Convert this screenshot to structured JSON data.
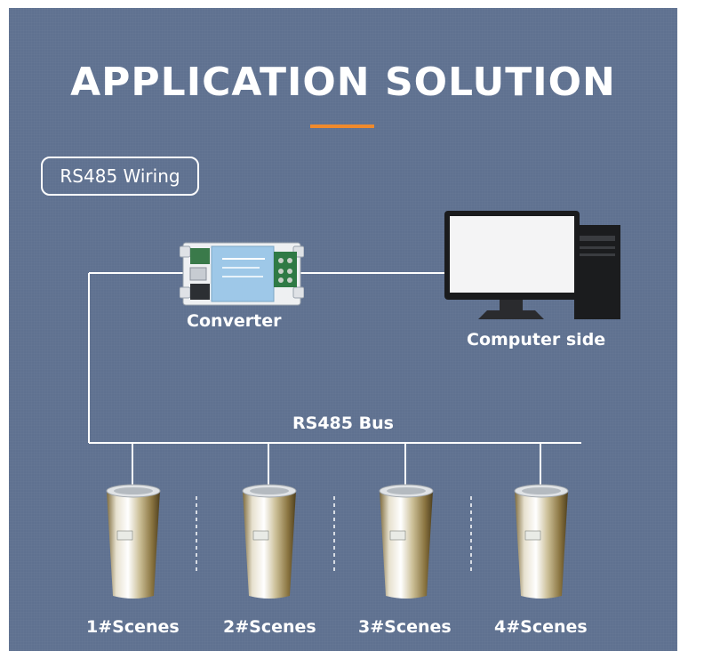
{
  "title": "APPLICATION SOLUTION",
  "badge": "RS485 Wiring",
  "converter_label": "Converter",
  "computer_label": "Computer side",
  "bus_label": "RS485 Bus",
  "scenes": [
    {
      "label": "1#Scenes"
    },
    {
      "label": "2#Scenes"
    },
    {
      "label": "3#Scenes"
    },
    {
      "label": "4#Scenes"
    }
  ],
  "colors": {
    "background": "#5f7190",
    "accent": "#f08a2c",
    "line": "#ffffff"
  }
}
